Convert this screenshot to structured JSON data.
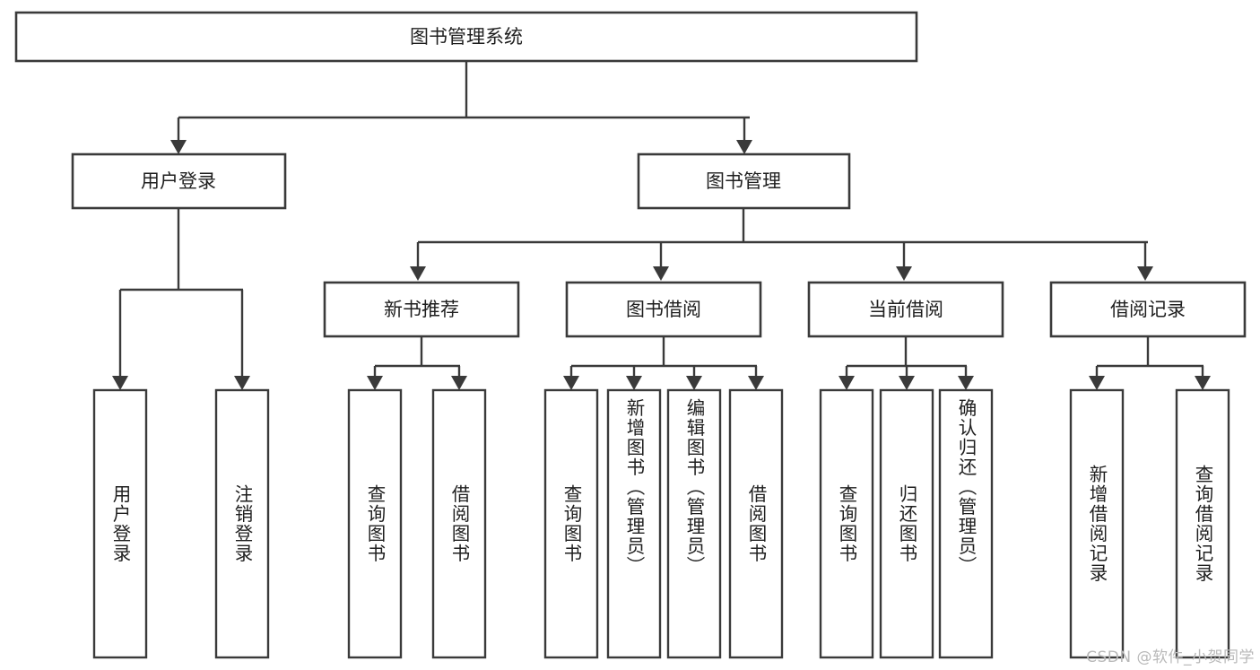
{
  "diagram": {
    "kind": "tree-hierarchy-chart",
    "root": {
      "id": "root",
      "label": "图书管理系统"
    },
    "level1": [
      {
        "id": "user-login",
        "label": "用户登录"
      },
      {
        "id": "book-manage",
        "label": "图书管理"
      }
    ],
    "level2": [
      {
        "id": "new-book-rec",
        "label": "新书推荐"
      },
      {
        "id": "book-borrow",
        "label": "图书借阅"
      },
      {
        "id": "current-borrow",
        "label": "当前借阅"
      },
      {
        "id": "borrow-record",
        "label": "借阅记录"
      }
    ],
    "leaves": {
      "user_login": [
        {
          "id": "leaf-user-login",
          "label": "用户登录"
        },
        {
          "id": "leaf-logout",
          "label": "注销登录"
        }
      ],
      "new_book_rec": [
        {
          "id": "leaf-query-book-1",
          "label": "查询图书"
        },
        {
          "id": "leaf-borrow-book-1",
          "label": "借阅图书"
        }
      ],
      "book_borrow": [
        {
          "id": "leaf-query-book-2",
          "label": "查询图书"
        },
        {
          "id": "leaf-add-book",
          "label": "新增图书（管理员）"
        },
        {
          "id": "leaf-edit-book",
          "label": "编辑图书（管理员）"
        },
        {
          "id": "leaf-borrow-book-2",
          "label": "借阅图书"
        }
      ],
      "current_borrow": [
        {
          "id": "leaf-query-book-3",
          "label": "查询图书"
        },
        {
          "id": "leaf-return-book",
          "label": "归还图书"
        },
        {
          "id": "leaf-confirm-return",
          "label": "确认归还（管理员）"
        }
      ],
      "borrow_record": [
        {
          "id": "leaf-add-record",
          "label": "新增借阅记录"
        },
        {
          "id": "leaf-query-record",
          "label": "查询借阅记录"
        }
      ]
    }
  },
  "watermark": {
    "text": "CSDN @软件_小贺同学"
  },
  "colors": {
    "stroke": "#3a3a3a",
    "fill": "#ffffff",
    "text": "#1f1f1f",
    "watermark": "#b9b9b9"
  }
}
